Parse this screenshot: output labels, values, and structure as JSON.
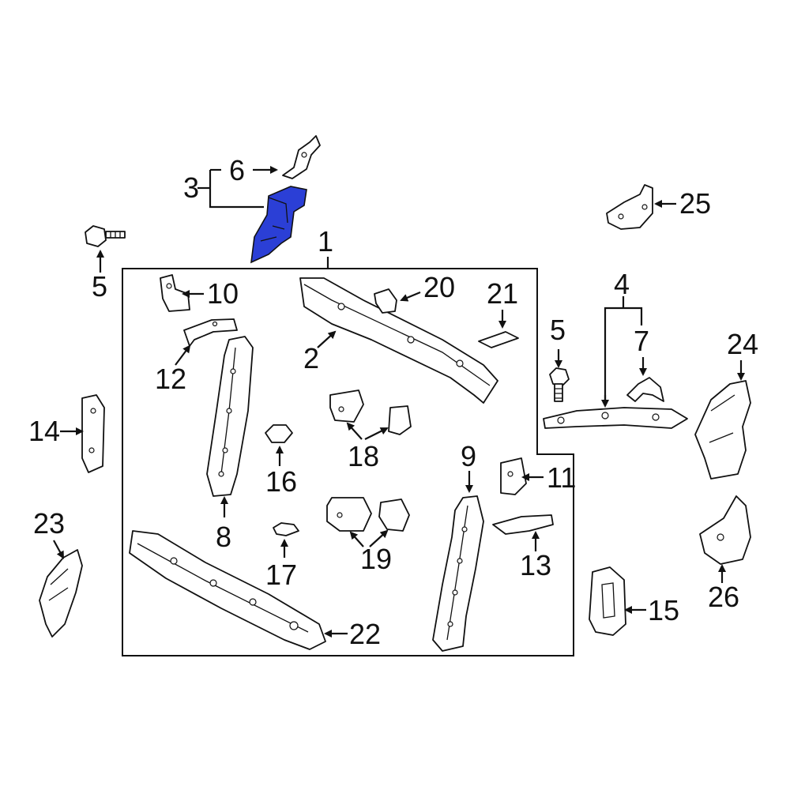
{
  "diagram": {
    "highlight_color": "#2b3fd6",
    "line_color": "#111111",
    "background": "#ffffff",
    "highlighted_part": "3",
    "callouts": [
      "1",
      "2",
      "3",
      "4",
      "5",
      "5",
      "6",
      "7",
      "8",
      "9",
      "10",
      "11",
      "12",
      "13",
      "14",
      "15",
      "16",
      "17",
      "18",
      "19",
      "20",
      "21",
      "22",
      "23",
      "24",
      "25",
      "26"
    ]
  }
}
